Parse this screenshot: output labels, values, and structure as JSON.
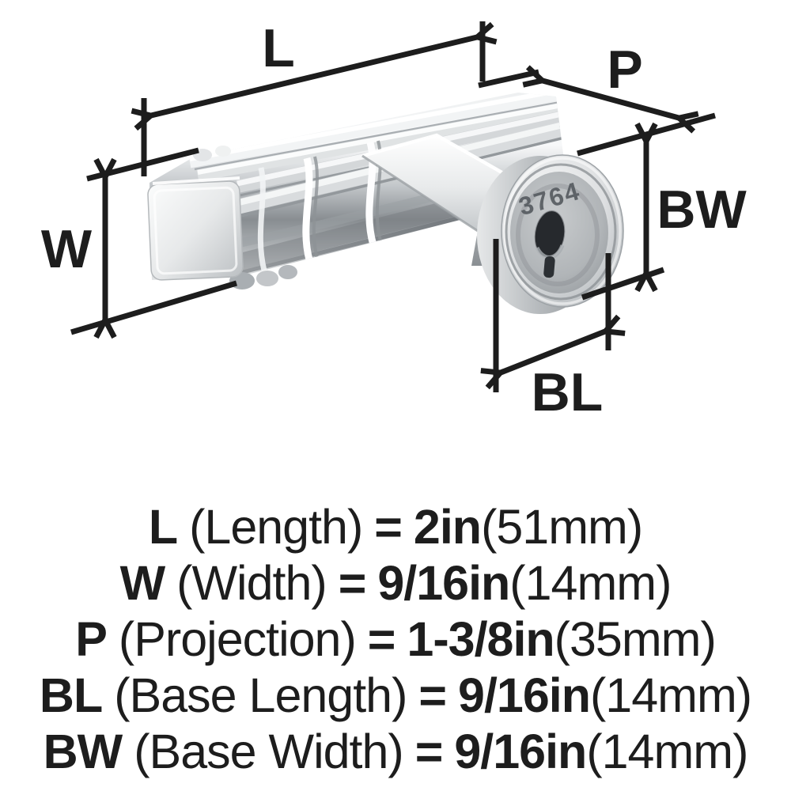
{
  "colors": {
    "ink": "#1d1d1d",
    "background": "#ffffff",
    "metal_light": "#f6f7f8",
    "metal_mid": "#c7cbce",
    "metal_dark": "#8e9397",
    "engraving": "#5a5f64"
  },
  "diagram": {
    "dims": {
      "L": {
        "label": "L"
      },
      "P": {
        "label": "P"
      },
      "W": {
        "label": "W"
      },
      "BW": {
        "label": "BW"
      },
      "BL": {
        "label": "BL"
      }
    },
    "engraving": "3764"
  },
  "specs": [
    {
      "code": "L",
      "name": "(Length)",
      "equals": "=",
      "value": "2in",
      "metric": "(51mm)"
    },
    {
      "code": "W",
      "name": "(Width)",
      "equals": "=",
      "value": "9/16in",
      "metric": "(14mm)"
    },
    {
      "code": "P",
      "name": "(Projection)",
      "equals": "=",
      "value": "1-3/8in",
      "metric": "(35mm)"
    },
    {
      "code": "BL",
      "name": "(Base Length)",
      "equals": "=",
      "value": "9/16in",
      "metric": "(14mm)"
    },
    {
      "code": "BW",
      "name": "(Base Width)",
      "equals": "=",
      "value": "9/16in",
      "metric": "(14mm)"
    }
  ]
}
